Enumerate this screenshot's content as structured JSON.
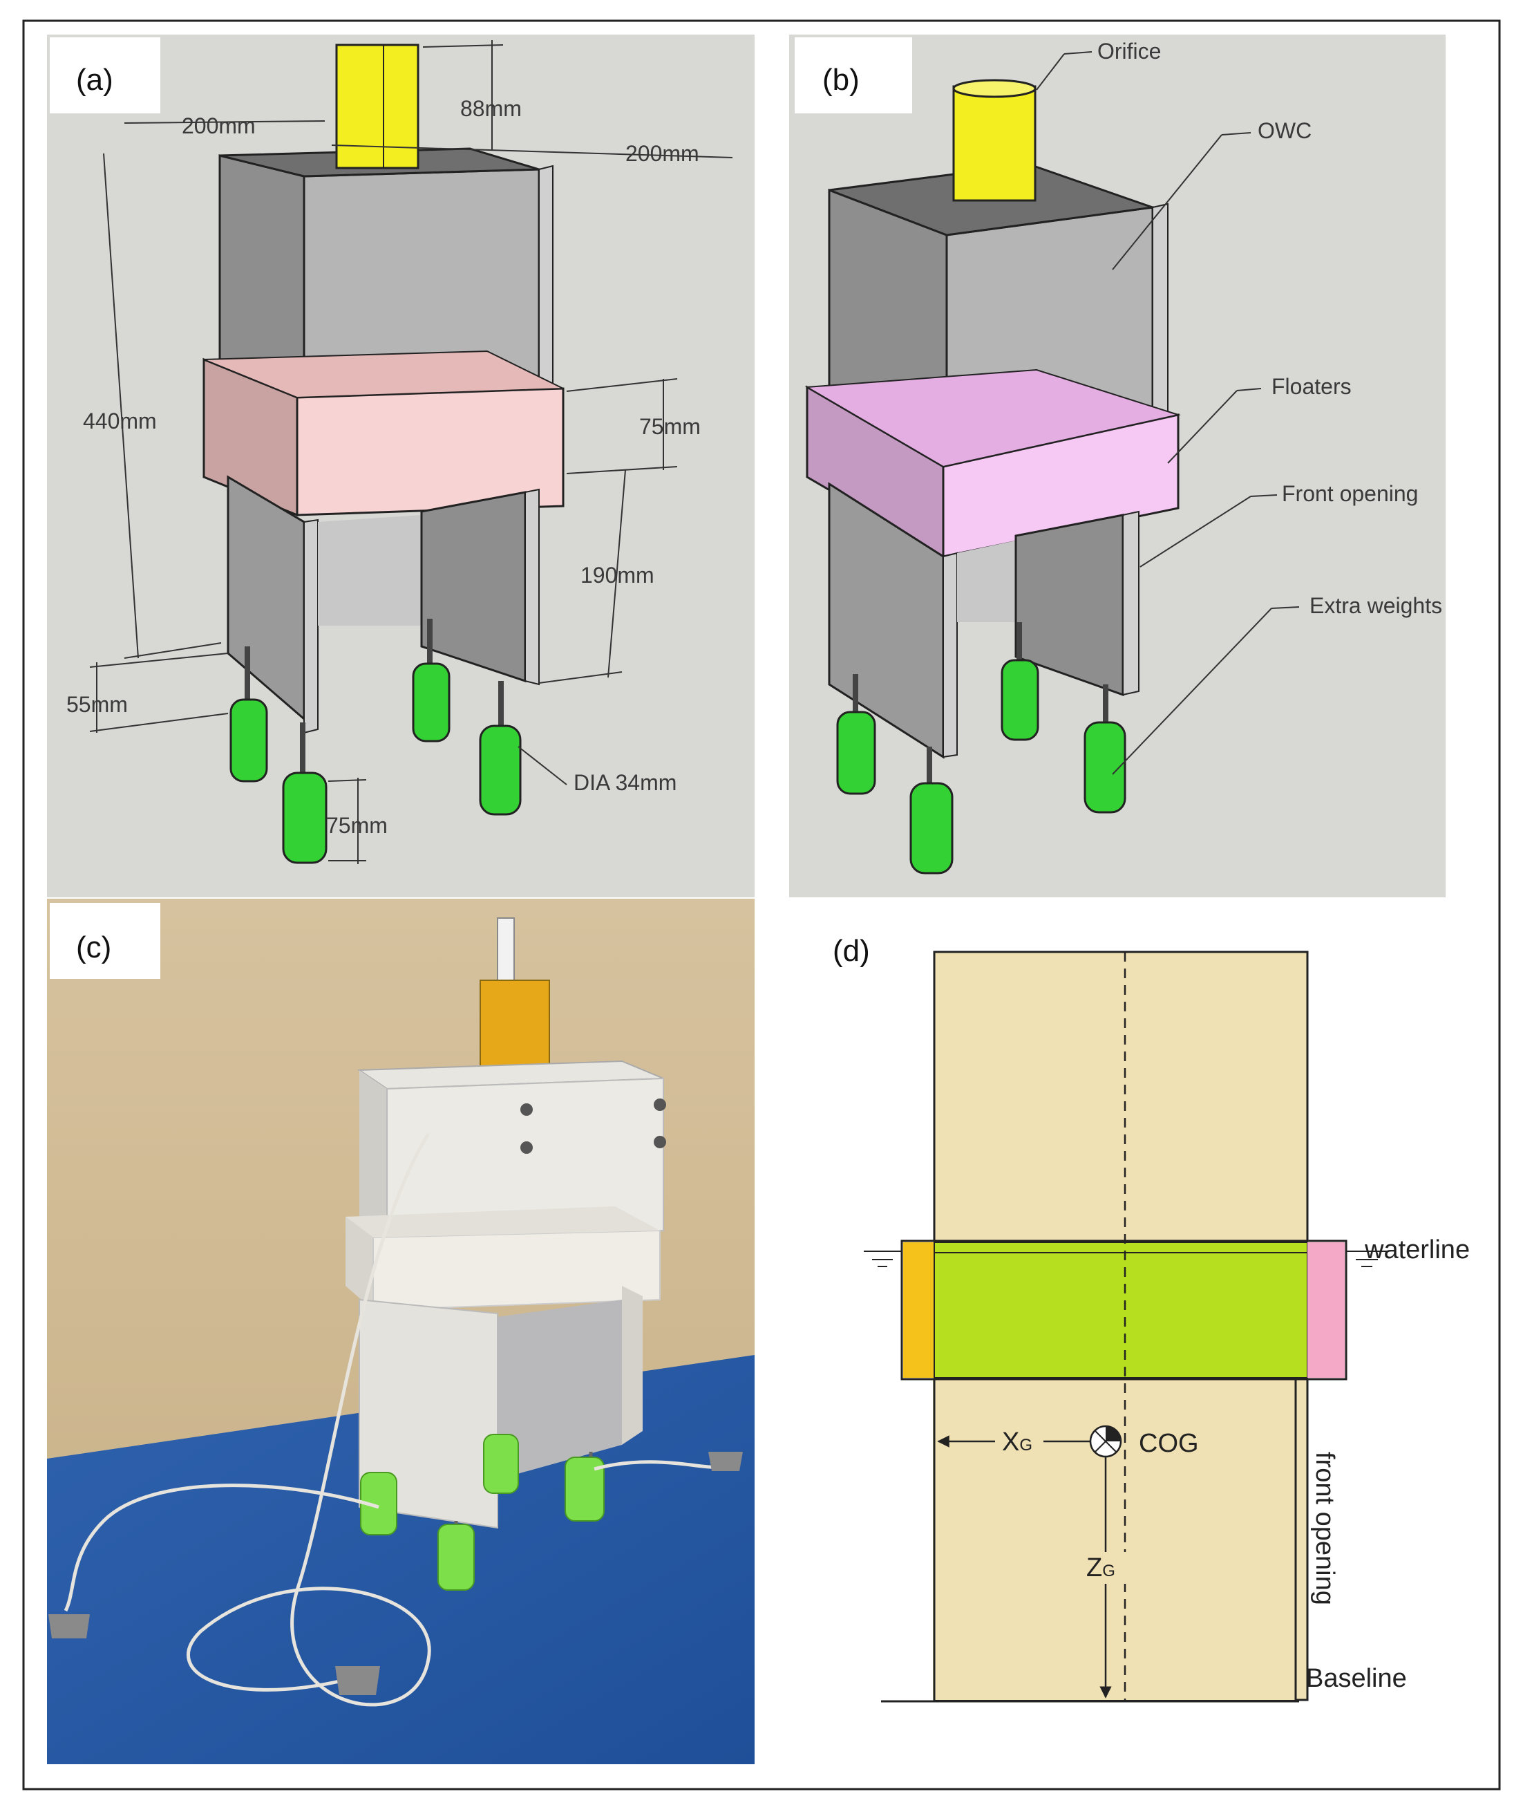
{
  "colors": {
    "panel_bg": "#d8d8d5",
    "photo_wall": "#d9c6a3",
    "photo_table": "#2a5fa8",
    "box_front": "#b5b5b5",
    "box_side": "#8e8e8e",
    "box_top": "#6f6f6f",
    "orifice": "#f2ee1f",
    "floater_a": "#f7d3d3",
    "floater_b": "#f6c9f5",
    "weights": "#33d133",
    "hull_fill": "#efe1b4",
    "submerged": "#b6e01f",
    "left_floater": "#f5c21b",
    "right_floater": "#f4a9c6"
  },
  "panels": {
    "a": {
      "label": "(a)",
      "dimensions": {
        "top_width_left": "200mm",
        "top_width_right": "200mm",
        "orifice_height": "88mm",
        "overall_height": "440mm",
        "floater_height": "75mm",
        "leg_height": "190mm",
        "rod_length": "55mm",
        "weight_diameter": "DIA 34mm",
        "weight_height": "75mm"
      }
    },
    "b": {
      "label": "(b)",
      "callouts": {
        "orifice": "Orifice",
        "owc": "OWC",
        "floaters": "Floaters",
        "front_opening": "Front opening",
        "extra_weights": "Extra weights"
      }
    },
    "c": {
      "label": "(c)"
    },
    "d": {
      "label": "(d)",
      "waterline": "waterline",
      "xg": "X",
      "xg_sub": "G",
      "cog": "COG",
      "zg": "Z",
      "zg_sub": "G",
      "front_opening": "front opening",
      "baseline": "Baseline"
    }
  }
}
